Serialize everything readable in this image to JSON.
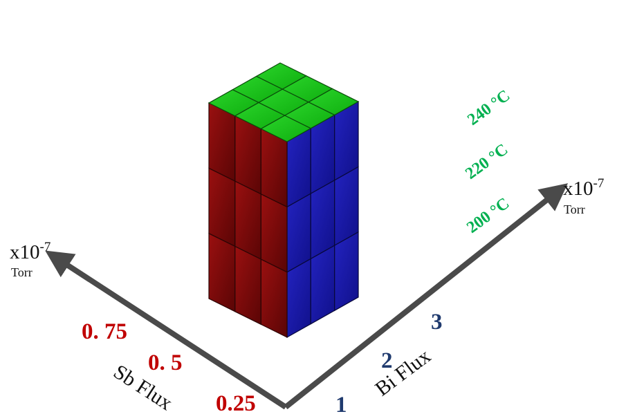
{
  "diagram": {
    "colors": {
      "sb_axis": "#c00000",
      "bi_axis": "#1f3a6e",
      "temperature": "#00b050",
      "cube_top": "#1ec51e",
      "cube_left": "#8a0c0c",
      "cube_right": "#1a1aa8",
      "arrow": "#4a4a4a"
    },
    "sb_axis": {
      "title": "Sb Flux",
      "unit_base": "x10",
      "unit_exp": "-7",
      "unit_name": "Torr",
      "ticks": [
        "0.25",
        "0. 5",
        "0. 75"
      ]
    },
    "bi_axis": {
      "title": "Bi Flux",
      "unit_base": "x10",
      "unit_exp": "-7",
      "unit_name": "Torr",
      "ticks": [
        "1",
        "2",
        "3"
      ]
    },
    "temperature_axis": {
      "ticks": [
        "200 °C",
        "220 °C",
        "240 °C"
      ]
    }
  }
}
